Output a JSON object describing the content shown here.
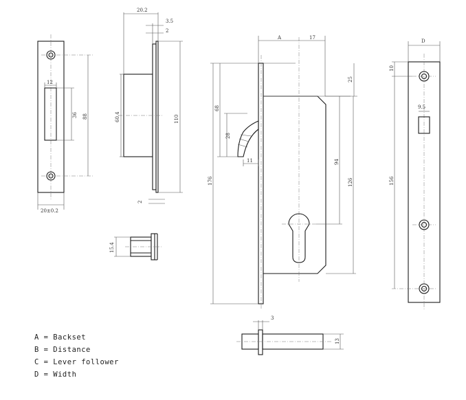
{
  "dimensions": {
    "faceplate_width": "20±0.2",
    "faceplate_hole_spacing": "88",
    "faceplate_slot_height": "36",
    "faceplate_slot_width": "12",
    "side_width": "20.2",
    "side_plate_thickness": "3.5",
    "side_lip": "2",
    "side_body_height": "60.4",
    "side_total_height": "110",
    "side_bottom_offset": "2",
    "follower_diameter": "15.4",
    "case_backset": "A",
    "case_width_top": "17",
    "case_top_offset": "25",
    "case_lever_top": "68",
    "case_lever_height": "28",
    "case_lever_width": "11",
    "case_cylinder_center": "94",
    "case_body_height": "126",
    "case_total_height": "176",
    "strike_width": "D",
    "strike_top_offset": "10",
    "strike_slot_width": "9.5",
    "strike_hole_spacing": "156",
    "cylinder_shoulder": "3",
    "cylinder_diameter": "13"
  },
  "legend": [
    "A = Backset",
    "B = Distance",
    "C = Lever follower",
    "D = Width"
  ]
}
